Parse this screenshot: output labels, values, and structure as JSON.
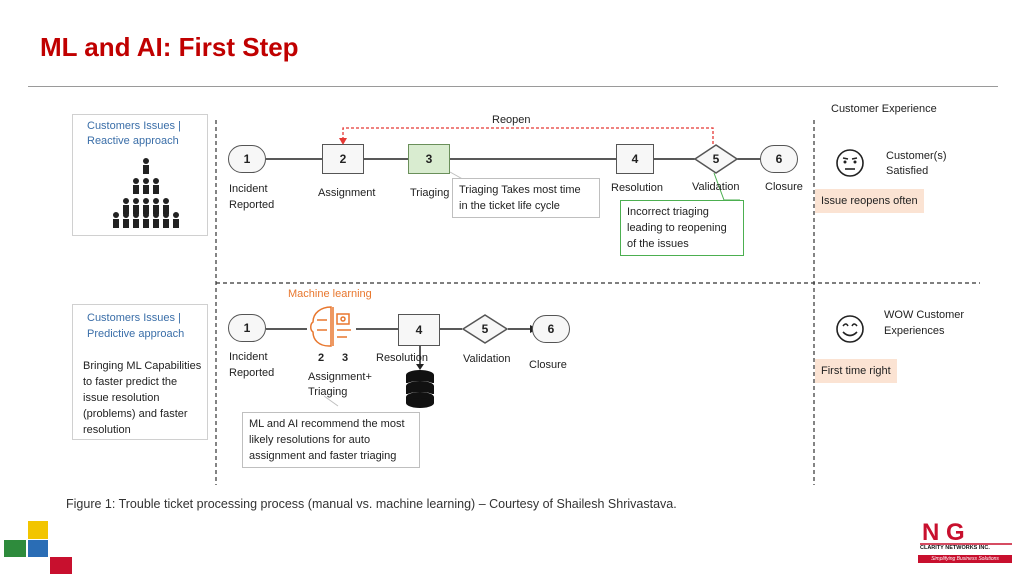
{
  "slide": {
    "title": "ML and AI: First Step",
    "caption": "Figure 1: Trouble ticket processing process (manual vs. machine learning) – Courtesy of Shailesh Shrivastava."
  },
  "top": {
    "side_title": [
      "Customers Issues |",
      "Reactive approach"
    ],
    "reopen_label": "Reopen",
    "nodes": [
      "1",
      "2",
      "3",
      "4",
      "5",
      "6"
    ],
    "labels": {
      "incident": [
        "Incident",
        "Reported"
      ],
      "assignment": "Assignment",
      "triaging": "Triaging",
      "resolution": "Resolution",
      "validation": "Validation",
      "closure": "Closure"
    },
    "note_triaging": [
      "Triaging Takes most time",
      "in the ticket life cycle"
    ],
    "note_incorrect": [
      "Incorrect triaging",
      "leading to reopening",
      "of the issues"
    ]
  },
  "bottom": {
    "side_title": [
      "Customers Issues |",
      "Predictive approach"
    ],
    "side_text": [
      "Bringing ML Capabilities",
      "to faster predict the",
      "issue resolution",
      "(problems) and faster",
      "resolution"
    ],
    "ml_label": "Machine learning",
    "nodes": [
      "1",
      "2",
      "3",
      "4",
      "5",
      "6"
    ],
    "labels": {
      "incident": [
        "Incident",
        "Reported"
      ],
      "assignment": [
        "Assignment+",
        "Triaging"
      ],
      "resolution": "Resolution",
      "validation": "Validation",
      "closure": "Closure"
    },
    "note_ml": [
      "ML and AI  recommend the most",
      "likely resolutions for auto",
      "assignment and faster triaging"
    ]
  },
  "experience": {
    "header": "Customer Experience",
    "top_label": [
      "Customer(s)",
      "Satisfied"
    ],
    "top_badge": "Issue reopens often",
    "bottom_label": [
      "WOW Customer",
      "Experiences"
    ],
    "bottom_badge": "First time right"
  },
  "logo": {
    "brand_text": "CLARITY NETWORKS INC.",
    "tagline": "Simplifying Business Solutions",
    "colors": {
      "red": "#c8102e",
      "green": "#2e8b3c",
      "blue": "#2a6db5",
      "yellow": "#f2c500"
    }
  }
}
